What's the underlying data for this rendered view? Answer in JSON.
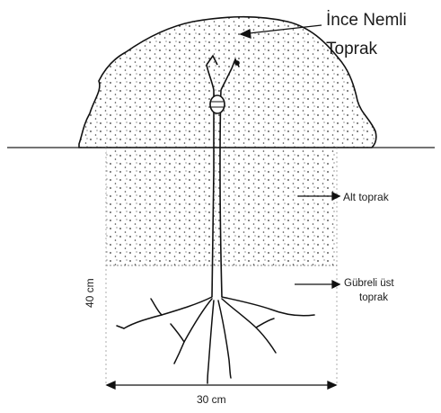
{
  "labels": {
    "top_soil_line1": "İnce Nemli",
    "top_soil_line2": "Toprak",
    "subsoil": "Alt toprak",
    "fertile_line1": "Gübreli üst",
    "fertile_line2": "toprak",
    "depth": "40 cm",
    "width": "30 cm"
  },
  "colors": {
    "ink": "#1a1a1a",
    "background": "#ffffff"
  }
}
